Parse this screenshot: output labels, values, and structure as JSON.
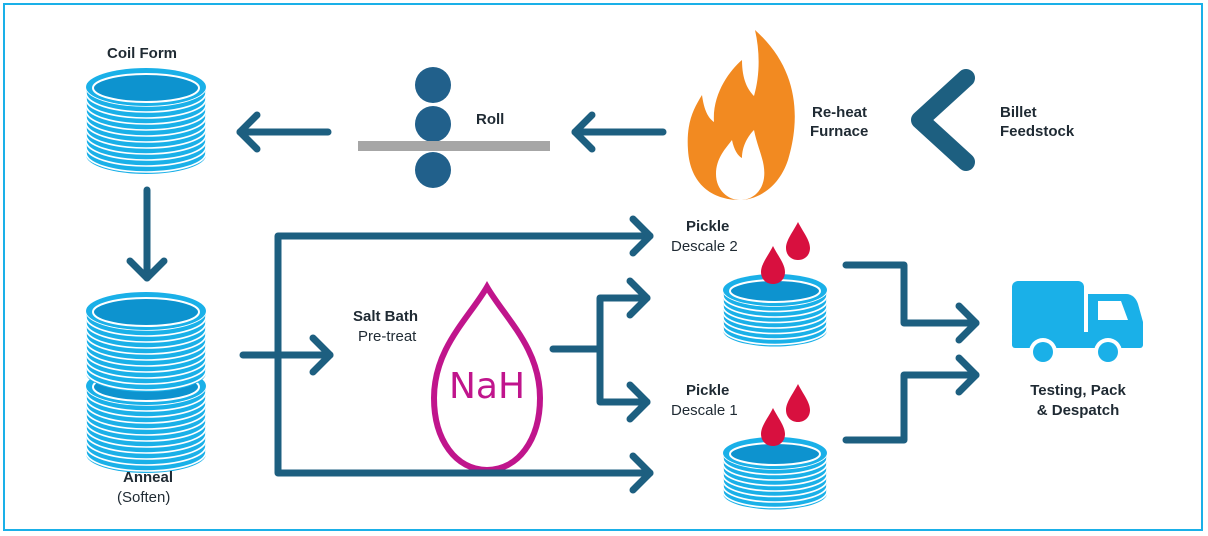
{
  "colors": {
    "frame": "#1ab0e8",
    "arrow": "#1d5f80",
    "coil_light": "#1ab0e8",
    "coil_dark": "#0d93cf",
    "roller": "#21608b",
    "roll_bar": "#a6a6a6",
    "flame_outer": "#f28a21",
    "flame_inner": "#ffffff",
    "salt_drop": "#c0158c",
    "acid_drop": "#d8103f",
    "truck": "#1ab0e8"
  },
  "nodes": {
    "coil_form": {
      "title": "Coil Form"
    },
    "roll": {
      "title": "Roll"
    },
    "furnace": {
      "title": "Re-heat",
      "subtitle": "Furnace"
    },
    "billet": {
      "title": "Billet",
      "subtitle": "Feedstock"
    },
    "anneal": {
      "title": "Anneal",
      "subtitle": "(Soften)"
    },
    "salt_bath": {
      "title": "Salt Bath",
      "subtitle": "Pre-treat",
      "chem": "NaH"
    },
    "pickle2": {
      "title": "Pickle",
      "subtitle": "Descale 2"
    },
    "pickle1": {
      "title": "Pickle",
      "subtitle": "Descale 1"
    },
    "despatch": {
      "line1": "Testing, Pack",
      "line2": "& Despatch"
    }
  }
}
